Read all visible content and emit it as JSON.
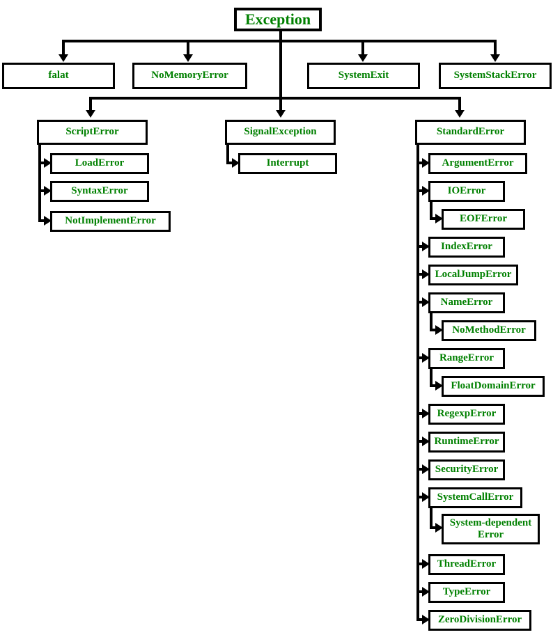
{
  "diagram": {
    "title": "Exception",
    "root": {
      "label": "Exception"
    },
    "level1": [
      {
        "label": "falat"
      },
      {
        "label": "NoMemoryError"
      },
      {
        "label": "SystemExit"
      },
      {
        "label": "SystemStackError"
      },
      {
        "label": "ScriptError"
      },
      {
        "label": "SignalException"
      },
      {
        "label": "StandardError"
      }
    ],
    "script_error_children": [
      {
        "label": "LoadError"
      },
      {
        "label": "SyntaxError"
      },
      {
        "label": "NotImplementError"
      }
    ],
    "signal_exception_children": [
      {
        "label": "Interrupt"
      }
    ],
    "standard_error_children": [
      {
        "label": "ArgumentError"
      },
      {
        "label": "IOError"
      },
      {
        "label": "EOFError"
      },
      {
        "label": "IndexError"
      },
      {
        "label": "LocalJumpError"
      },
      {
        "label": "NameError"
      },
      {
        "label": "NoMethodError"
      },
      {
        "label": "RangeError"
      },
      {
        "label": "FloatDomainError"
      },
      {
        "label": "RegexpError"
      },
      {
        "label": "RuntimeError"
      },
      {
        "label": "SecurityError"
      },
      {
        "label": "SystemCallError"
      },
      {
        "label": "System-dependent Error"
      },
      {
        "label": "ThreadError"
      },
      {
        "label": "TypeError"
      },
      {
        "label": "ZeroDivisionError"
      }
    ],
    "colors": {
      "node_text": "#008000",
      "node_border": "#000000",
      "node_background": "#ffffff",
      "connector": "#000000",
      "page_background": "#ffffff"
    }
  }
}
